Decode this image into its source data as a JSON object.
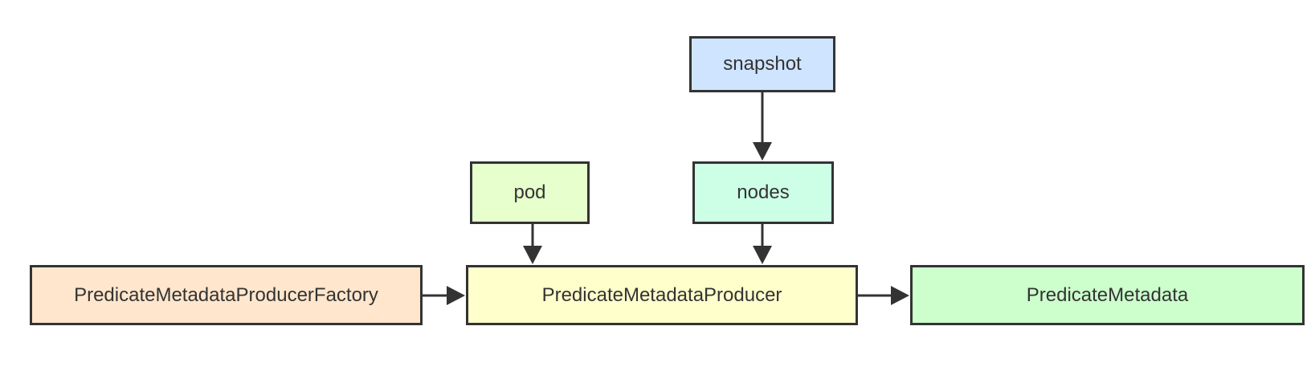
{
  "nodes": {
    "snapshot": {
      "label": "snapshot",
      "fill": "#cfe4ff"
    },
    "pod": {
      "label": "pod",
      "fill": "#e6ffcc"
    },
    "nodes": {
      "label": "nodes",
      "fill": "#ccffe6"
    },
    "factory": {
      "label": "PredicateMetadataProducerFactory",
      "fill": "#ffe6cc"
    },
    "producer": {
      "label": "PredicateMetadataProducer",
      "fill": "#ffffcc"
    },
    "metadata": {
      "label": "PredicateMetadata",
      "fill": "#ccffcc"
    }
  },
  "edges": [
    {
      "from": "snapshot",
      "to": "nodes"
    },
    {
      "from": "pod",
      "to": "producer"
    },
    {
      "from": "nodes",
      "to": "producer"
    },
    {
      "from": "factory",
      "to": "producer"
    },
    {
      "from": "producer",
      "to": "metadata"
    }
  ],
  "colors": {
    "stroke": "#333333",
    "text": "#333333",
    "background": "#ffffff"
  }
}
